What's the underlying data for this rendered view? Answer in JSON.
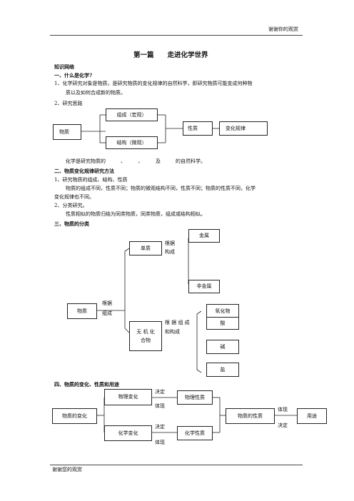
{
  "header": {
    "text": "谢谢你的观赏"
  },
  "footer": {
    "text": "谢谢您的观赏"
  },
  "title": "第一篇　　走进化学世界",
  "section0": {
    "heading": "知识网络"
  },
  "section1": {
    "heading": "一、什么是化学?",
    "item1_line1": "1、化学研究对象是物质，是研究物质的变化规律的自然科学，即研究物质可能变成何种物",
    "item1_line2": "质以及如何合成新的物质。",
    "item2": "2、研究思路",
    "diagram": {
      "matter": "物质",
      "composition": "组成（宏观）",
      "structure": "结构（微观）",
      "property": "性质",
      "law": "变化规律"
    },
    "summary": "化学是研究物质的　　　、　　　、　　　及　　　的自然科学。"
  },
  "section2": {
    "heading": "二、物质变化规律研究方法",
    "item1": "1、研究物质的组成、结构、性质",
    "item1_detail_line1": "物质的组成不同，性质不同；物质的微观结构不同，性质不同；物质的性质不同，化学",
    "item1_detail_line2": "变化规律也不同。",
    "item2": "2、分类研究。",
    "item2_detail": "性质相似的物质归结为同类物质，同类物质，组成或结构相似。"
  },
  "section3": {
    "heading": "三、物质的分类",
    "tree": {
      "matter": "物质",
      "by_composition_1": "根据",
      "by_composition_2": "组成",
      "element": "单质",
      "by_structure_1": "根据",
      "by_structure_2": "构成",
      "metal": "金属",
      "nonmetal": "非金属",
      "inorganic_1": "无 机 化",
      "inorganic_2": "合物",
      "by_comp_struct_1": "根 据 组 成",
      "by_comp_struct_2": "和构成",
      "oxide": "氧化物",
      "acid": "酸",
      "base": "碱",
      "salt": "盐"
    }
  },
  "section4": {
    "heading": "四、物质的变化、性质和用途",
    "diagram": {
      "change": "物质的变化",
      "physical_change": "物理变化",
      "chemical_change": "化学变化",
      "physical_property": "物理性质",
      "chemical_property": "化学性质",
      "property": "物质的性质",
      "use": "用途",
      "determine_1": "决定",
      "reflect_1": "体现",
      "determine_2": "决定",
      "reflect_2": "体现",
      "reflect_3": "体现",
      "determine_3": "决定"
    }
  }
}
